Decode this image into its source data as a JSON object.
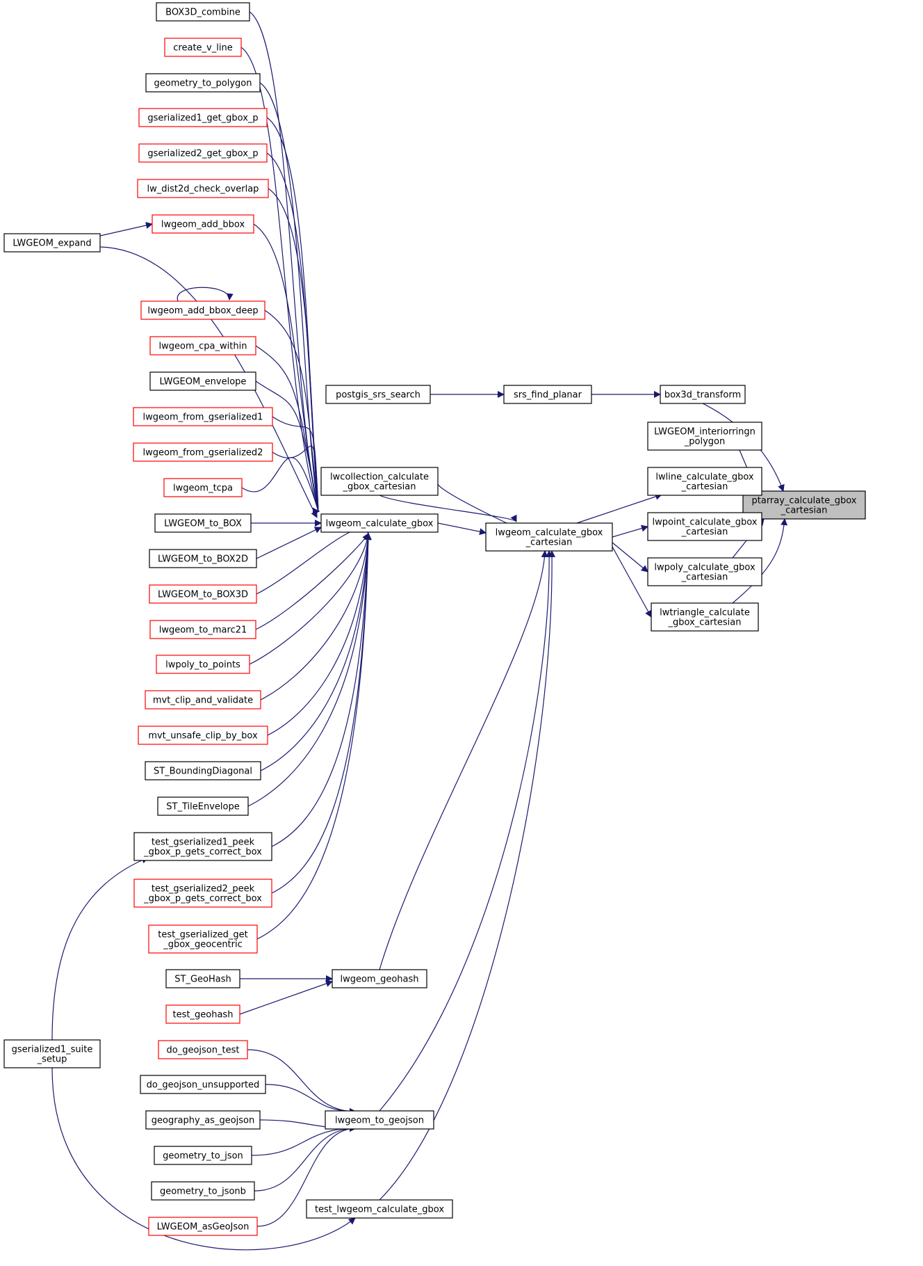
{
  "graph": {
    "nodes": [
      {
        "id": "root",
        "lines": [
          "ptarray_calculate_gbox",
          "_cartesian"
        ],
        "border": "root"
      },
      {
        "id": "box3d",
        "lines": [
          "box3d_transform"
        ],
        "border": "black"
      },
      {
        "id": "lwgeom_interior",
        "lines": [
          "LWGEOM_interiorringn",
          "_polygon"
        ],
        "border": "black"
      },
      {
        "id": "lwline",
        "lines": [
          "lwline_calculate_gbox",
          "_cartesian"
        ],
        "border": "black"
      },
      {
        "id": "lwpoint",
        "lines": [
          "lwpoint_calculate_gbox",
          "_cartesian"
        ],
        "border": "black"
      },
      {
        "id": "lwpoly",
        "lines": [
          "lwpoly_calculate_gbox",
          "_cartesian"
        ],
        "border": "black"
      },
      {
        "id": "lwtriangle",
        "lines": [
          "lwtriangle_calculate",
          "_gbox_cartesian"
        ],
        "border": "black"
      },
      {
        "id": "srs",
        "lines": [
          "srs_find_planar"
        ],
        "border": "black"
      },
      {
        "id": "postgis_srs",
        "lines": [
          "postgis_srs_search"
        ],
        "border": "black"
      },
      {
        "id": "lwgeom_cgc",
        "lines": [
          "lwgeom_calculate_gbox",
          "_cartesian"
        ],
        "border": "black"
      },
      {
        "id": "lwcoll",
        "lines": [
          "lwcollection_calculate",
          "_gbox_cartesian"
        ],
        "border": "black"
      },
      {
        "id": "lwgeom_cg",
        "lines": [
          "lwgeom_calculate_gbox"
        ],
        "border": "black"
      },
      {
        "id": "lwgeom_geohash",
        "lines": [
          "lwgeom_geohash"
        ],
        "border": "black"
      },
      {
        "id": "lwgeom_to_geojson",
        "lines": [
          "lwgeom_to_geojson"
        ],
        "border": "black"
      },
      {
        "id": "test_lwgeom_cg",
        "lines": [
          "test_lwgeom_calculate_gbox"
        ],
        "border": "black"
      },
      {
        "id": "box3d_combine",
        "lines": [
          "BOX3D_combine"
        ],
        "border": "black"
      },
      {
        "id": "create_v_line",
        "lines": [
          "create_v_line"
        ],
        "border": "red"
      },
      {
        "id": "geometry_to_polygon",
        "lines": [
          "geometry_to_polygon"
        ],
        "border": "black"
      },
      {
        "id": "gs1_get_gbox_p",
        "lines": [
          "gserialized1_get_gbox_p"
        ],
        "border": "red"
      },
      {
        "id": "gs2_get_gbox_p",
        "lines": [
          "gserialized2_get_gbox_p"
        ],
        "border": "red"
      },
      {
        "id": "lw_dist2d",
        "lines": [
          "lw_dist2d_check_overlap"
        ],
        "border": "red"
      },
      {
        "id": "lwgeom_add_bbox",
        "lines": [
          "lwgeom_add_bbox"
        ],
        "border": "red"
      },
      {
        "id": "lwgeom_expand",
        "lines": [
          "LWGEOM_expand"
        ],
        "border": "black"
      },
      {
        "id": "lwgeom_add_bbox_deep",
        "lines": [
          "lwgeom_add_bbox_deep"
        ],
        "border": "red"
      },
      {
        "id": "lwgeom_cpa_within",
        "lines": [
          "lwgeom_cpa_within"
        ],
        "border": "red"
      },
      {
        "id": "lwgeom_envelope",
        "lines": [
          "LWGEOM_envelope"
        ],
        "border": "black"
      },
      {
        "id": "lwgeom_from_gs1",
        "lines": [
          "lwgeom_from_gserialized1"
        ],
        "border": "red"
      },
      {
        "id": "lwgeom_from_gs2",
        "lines": [
          "lwgeom_from_gserialized2"
        ],
        "border": "red"
      },
      {
        "id": "lwgeom_tcpa",
        "lines": [
          "lwgeom_tcpa"
        ],
        "border": "red"
      },
      {
        "id": "lwgeom_to_box",
        "lines": [
          "LWGEOM_to_BOX"
        ],
        "border": "black"
      },
      {
        "id": "lwgeom_to_box2d",
        "lines": [
          "LWGEOM_to_BOX2D"
        ],
        "border": "black"
      },
      {
        "id": "lwgeom_to_box3d",
        "lines": [
          "LWGEOM_to_BOX3D"
        ],
        "border": "red"
      },
      {
        "id": "lwgeom_to_marc21",
        "lines": [
          "lwgeom_to_marc21"
        ],
        "border": "red"
      },
      {
        "id": "lwpoly_to_points",
        "lines": [
          "lwpoly_to_points"
        ],
        "border": "red"
      },
      {
        "id": "mvt_clip",
        "lines": [
          "mvt_clip_and_validate"
        ],
        "border": "red"
      },
      {
        "id": "mvt_unsafe",
        "lines": [
          "mvt_unsafe_clip_by_box"
        ],
        "border": "red"
      },
      {
        "id": "st_bounding",
        "lines": [
          "ST_BoundingDiagonal"
        ],
        "border": "black"
      },
      {
        "id": "st_tile",
        "lines": [
          "ST_TileEnvelope"
        ],
        "border": "black"
      },
      {
        "id": "test_gs1_peek",
        "lines": [
          "test_gserialized1_peek",
          "_gbox_p_gets_correct_box"
        ],
        "border": "black"
      },
      {
        "id": "test_gs2_peek",
        "lines": [
          "test_gserialized2_peek",
          "_gbox_p_gets_correct_box"
        ],
        "border": "red"
      },
      {
        "id": "test_gs_get",
        "lines": [
          "test_gserialized_get",
          "_gbox_geocentric"
        ],
        "border": "red"
      },
      {
        "id": "st_geohash",
        "lines": [
          "ST_GeoHash"
        ],
        "border": "black"
      },
      {
        "id": "test_geohash",
        "lines": [
          "test_geohash"
        ],
        "border": "red"
      },
      {
        "id": "gs1_suite",
        "lines": [
          "gserialized1_suite",
          "_setup"
        ],
        "border": "black"
      },
      {
        "id": "do_geojson_test",
        "lines": [
          "do_geojson_test"
        ],
        "border": "red"
      },
      {
        "id": "do_geojson_unsup",
        "lines": [
          "do_geojson_unsupported"
        ],
        "border": "black"
      },
      {
        "id": "geography_as_geojson",
        "lines": [
          "geography_as_geojson"
        ],
        "border": "black"
      },
      {
        "id": "geometry_to_json",
        "lines": [
          "geometry_to_json"
        ],
        "border": "black"
      },
      {
        "id": "geometry_to_jsonb",
        "lines": [
          "geometry_to_jsonb"
        ],
        "border": "black"
      },
      {
        "id": "lwgeom_asgeojson",
        "lines": [
          "LWGEOM_asGeoJson"
        ],
        "border": "red"
      }
    ]
  }
}
